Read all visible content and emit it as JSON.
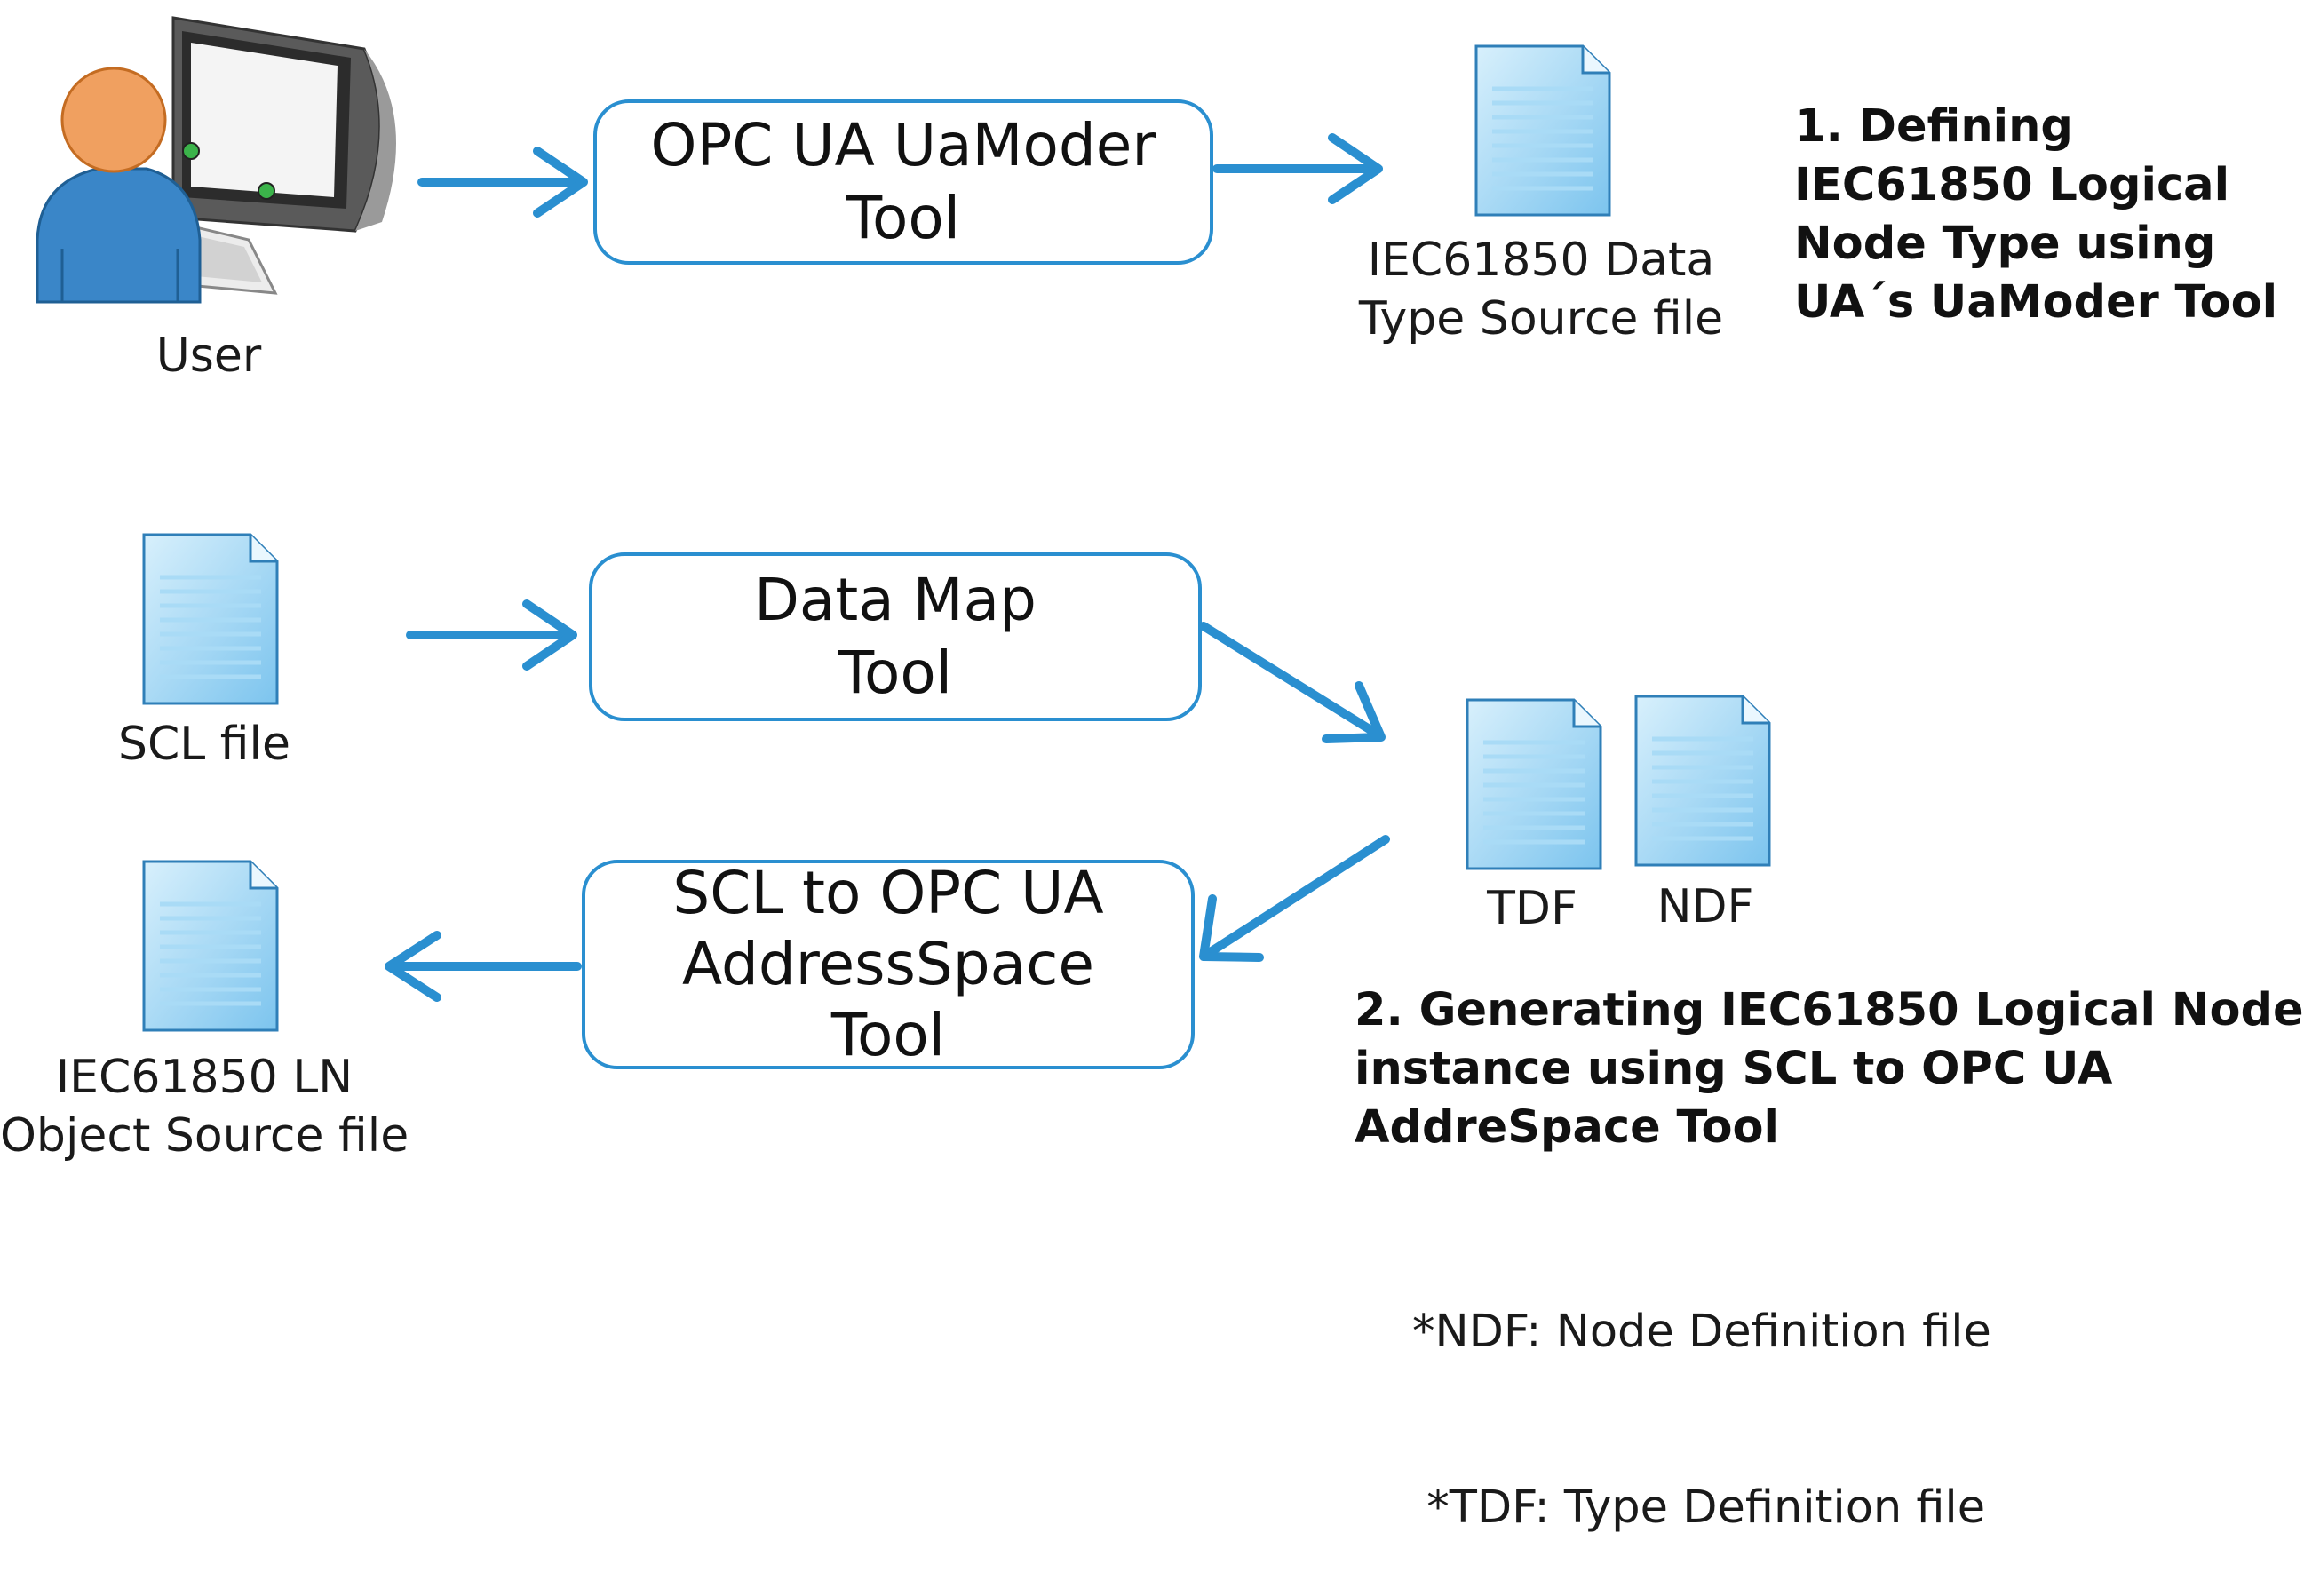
{
  "user_label": "User",
  "boxes": {
    "uamodeler": [
      "OPC UA UaModer",
      "Tool"
    ],
    "datamap": [
      "Data Map",
      "Tool"
    ],
    "scl2opc": [
      "SCL to OPC UA",
      "AddressSpace",
      "Tool"
    ]
  },
  "files": {
    "datatype": [
      "IEC61850  Data",
      "Type Source file"
    ],
    "scl": "SCL file",
    "tdf": "TDF",
    "ndf": "NDF",
    "lnobject": [
      "IEC61850 LN",
      "Object Source file"
    ]
  },
  "notes": {
    "step1": [
      "1. Defining",
      "IEC61850 Logical",
      "Node Type using",
      "UA´s UaModer Tool"
    ],
    "step2": [
      "2. Generating IEC61850 Logical Node",
      "instance using SCL to OPC UA",
      "AddreSpace Tool"
    ]
  },
  "footnotes": [
    "*NDF: Node Definition file",
    " *TDF: Type Definition file"
  ],
  "colors": {
    "accent": "#2a8fd0",
    "doc_fill": "#8fcff2",
    "user_skin": "#f0a060",
    "user_body": "#3a86c8"
  },
  "icons": [
    "user-computer-icon",
    "document-icon"
  ]
}
